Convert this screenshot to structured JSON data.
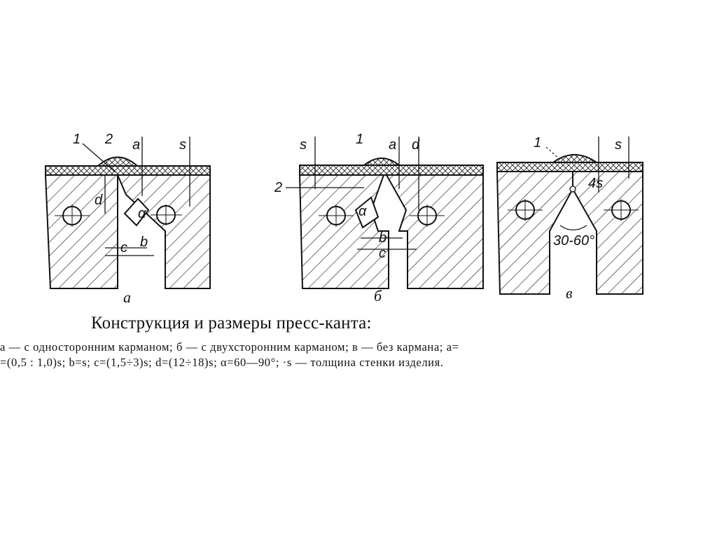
{
  "figure": {
    "title": "Конструкция и размеры пресс-канта:",
    "legend_line1": "а — с односторонним карманом; б — с двухсторонним карманом; в — без кармана; а=",
    "legend_line2": "=(0,5 : 1,0)s;  b=s;  c=(1,5÷3)s;  d=(12÷18)s;  α=60—90°; ·s — толщина стенки изделия.",
    "panels": [
      {
        "caption": "а",
        "labels": {
          "one": "1",
          "two": "2",
          "a": "a",
          "s": "s",
          "d": "d",
          "alpha": "α",
          "b": "b",
          "c": "c"
        }
      },
      {
        "caption": "б",
        "labels": {
          "one": "1",
          "two": "2",
          "a": "a",
          "s": "s",
          "d": "d",
          "alpha": "α",
          "b": "b",
          "c": "c"
        }
      },
      {
        "caption": "в",
        "labels": {
          "one": "1",
          "s": "s",
          "four_s": "4s",
          "angle": "30-60°"
        }
      }
    ]
  }
}
